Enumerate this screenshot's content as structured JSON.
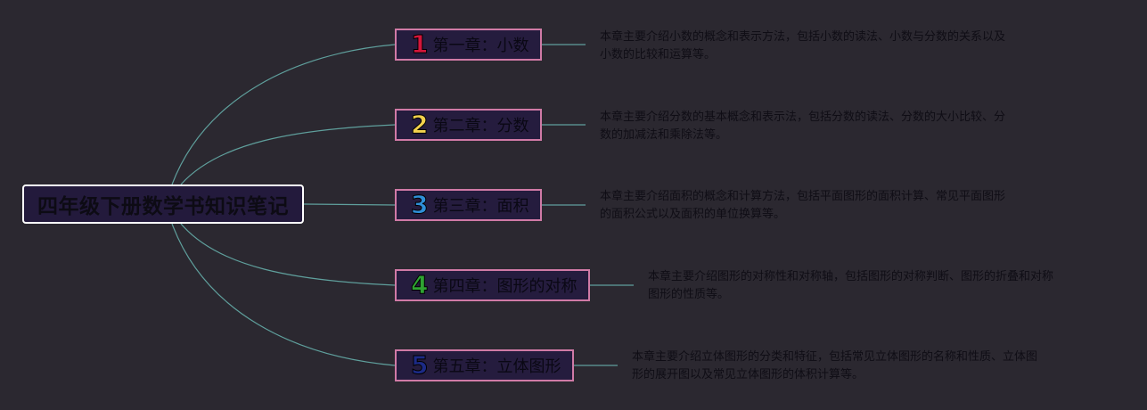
{
  "root": {
    "title": "四年级下册数学书知识笔记"
  },
  "colors": {
    "background": "#2b2830",
    "link": "#5f9f9c",
    "node_border": "#d07aa6",
    "node_fill": "#251c3e"
  },
  "chapters": [
    {
      "number": "1",
      "number_color": "#d4163b",
      "title": "第一章：小数",
      "description": [
        "本章主要介绍小数的概念和表示方法，包括小数的读法、小数与分数的关系以及",
        "小数的比较和运算等。"
      ]
    },
    {
      "number": "2",
      "number_color": "#f2d14d",
      "title": "第二章：分数",
      "description": [
        "本章主要介绍分数的基本概念和表示法，包括分数的读法、分数的大小比较、分",
        "数的加减法和乘除法等。"
      ]
    },
    {
      "number": "3",
      "number_color": "#2f8fd8",
      "title": "第三章：面积",
      "description": [
        "本章主要介绍面积的概念和计算方法，包括平面图形的面积计算、常见平面图形",
        "的面积公式以及面积的单位换算等。"
      ]
    },
    {
      "number": "4",
      "number_color": "#2fa332",
      "title": "第四章：图形的对称",
      "description": [
        "本章主要介绍图形的对称性和对称轴，包括图形的对称判断、图形的折叠和对称",
        "图形的性质等。"
      ]
    },
    {
      "number": "5",
      "number_color": "#1c2a86",
      "title": "第五章：立体图形",
      "description": [
        "本章主要介绍立体图形的分类和特征，包括常见立体图形的名称和性质、立体图",
        "形的展开图以及常见立体图形的体积计算等。"
      ]
    }
  ]
}
